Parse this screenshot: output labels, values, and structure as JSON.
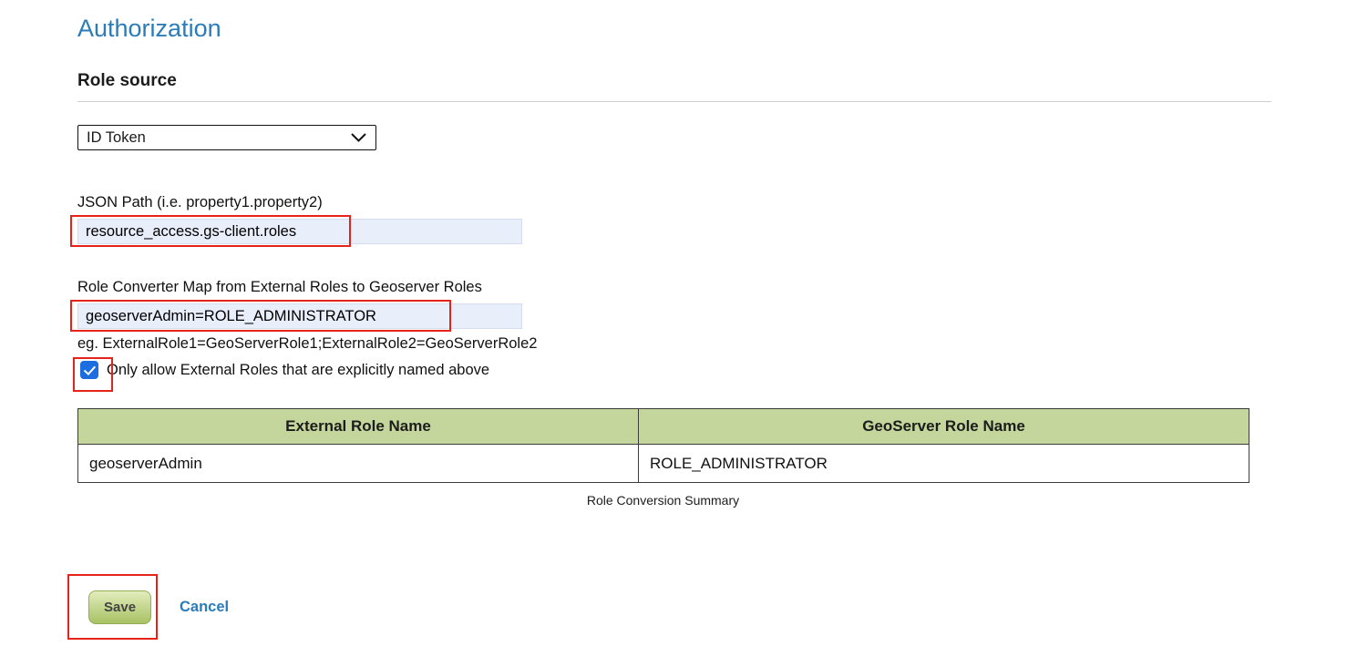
{
  "page": {
    "title": "Authorization",
    "section_heading": "Role source"
  },
  "role_source": {
    "selected_option": "ID Token"
  },
  "form": {
    "json_path_label": "JSON Path (i.e. property1.property2)",
    "json_path_value": "resource_access.gs-client.roles",
    "role_converter_label": "Role Converter Map from External Roles to Geoserver Roles",
    "role_converter_value": "geoserverAdmin=ROLE_ADMINISTRATOR",
    "role_converter_hint": "eg. ExternalRole1=GeoServerRole1;ExternalRole2=GeoServerRole2",
    "only_allow_label": "Only allow External Roles that are explicitly named above",
    "only_allow_checked": true
  },
  "role_table": {
    "headers": [
      "External Role Name",
      "GeoServer Role Name"
    ],
    "rows": [
      [
        "geoserverAdmin",
        "ROLE_ADMINISTRATOR"
      ]
    ],
    "caption": "Role Conversion Summary"
  },
  "actions": {
    "save_label": "Save",
    "cancel_label": "Cancel"
  },
  "colors": {
    "heading_blue": "#2b7cb9",
    "table_header_green": "#c4d69b",
    "annotation_red": "#e5231b",
    "input_background": "#e9eefb",
    "checkbox_blue": "#1b6de0",
    "button_green": "#b9cf7e"
  }
}
